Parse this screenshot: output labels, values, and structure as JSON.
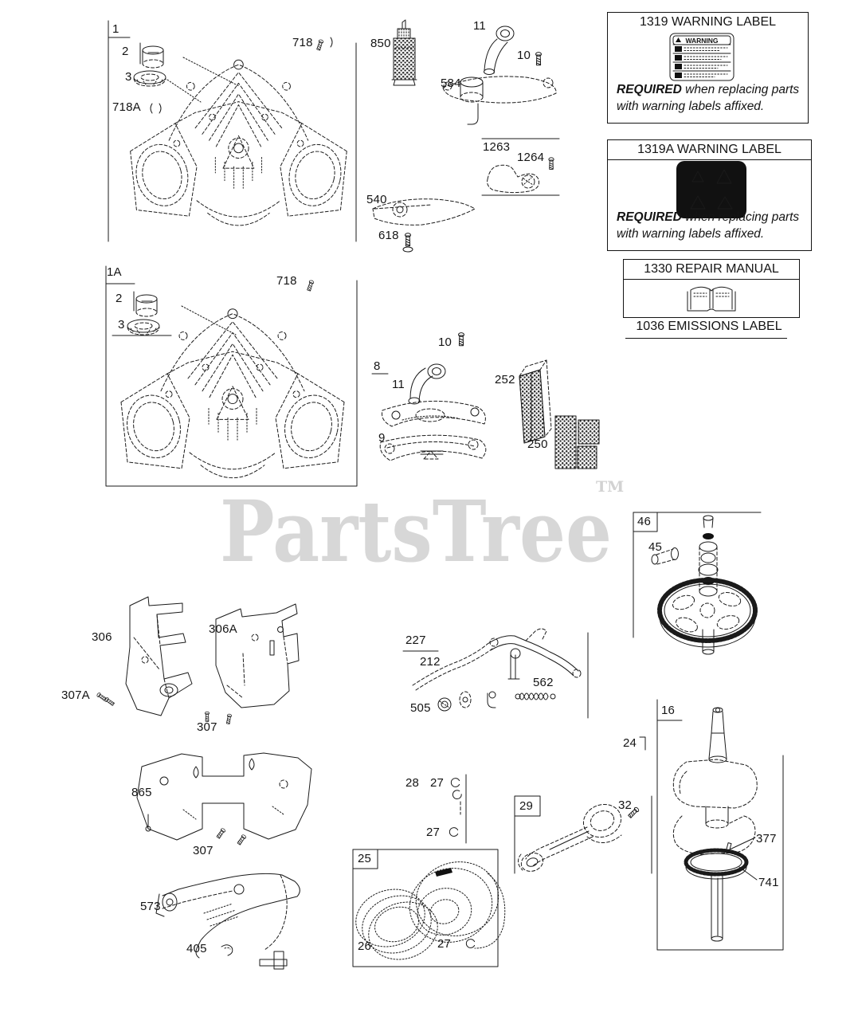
{
  "page": {
    "background": "#ffffff",
    "ink": "#1a1a1a",
    "watermark_color": "#d7d7d7"
  },
  "watermark": {
    "text": "PartsTree",
    "tm": "TM"
  },
  "info_boxes": {
    "w1319": {
      "title": "1319 WARNING LABEL",
      "label_header": "WARNING",
      "required": "REQUIRED",
      "rest1": " when replacing parts",
      "rest2": "with warning labels affixed."
    },
    "w1319a": {
      "title": "1319A WARNING LABEL",
      "required": "REQUIRED",
      "rest1": " when replacing parts",
      "rest2": "with warning labels affixed."
    },
    "repair": {
      "title": "1330 REPAIR MANUAL"
    },
    "emissions": {
      "title": "1036 EMISSIONS LABEL"
    }
  },
  "callouts": [
    {
      "id": "group-1",
      "text": "1"
    },
    {
      "id": "part-2-a",
      "text": "2"
    },
    {
      "id": "part-3-a",
      "text": "3"
    },
    {
      "id": "part-718-a",
      "text": "718"
    },
    {
      "id": "part-718A",
      "text": "718A"
    },
    {
      "id": "part-850",
      "text": "850"
    },
    {
      "id": "part-11-a",
      "text": "11"
    },
    {
      "id": "part-10-a",
      "text": "10"
    },
    {
      "id": "part-584",
      "text": "584"
    },
    {
      "id": "part-1263",
      "text": "1263"
    },
    {
      "id": "part-1264",
      "text": "1264"
    },
    {
      "id": "part-540",
      "text": "540"
    },
    {
      "id": "part-618",
      "text": "618"
    },
    {
      "id": "group-1A",
      "text": "1A"
    },
    {
      "id": "part-2-b",
      "text": "2"
    },
    {
      "id": "part-3-b",
      "text": "3"
    },
    {
      "id": "part-718-b",
      "text": "718"
    },
    {
      "id": "part-10-b",
      "text": "10"
    },
    {
      "id": "group-8",
      "text": "8"
    },
    {
      "id": "part-11-b",
      "text": "11"
    },
    {
      "id": "part-9",
      "text": "9"
    },
    {
      "id": "part-252",
      "text": "252"
    },
    {
      "id": "part-250",
      "text": "250"
    },
    {
      "id": "group-46",
      "text": "46"
    },
    {
      "id": "part-45",
      "text": "45"
    },
    {
      "id": "part-306",
      "text": "306"
    },
    {
      "id": "part-306A",
      "text": "306A"
    },
    {
      "id": "part-307A",
      "text": "307A"
    },
    {
      "id": "part-307-a",
      "text": "307"
    },
    {
      "id": "group-227",
      "text": "227"
    },
    {
      "id": "part-212",
      "text": "212"
    },
    {
      "id": "part-562",
      "text": "562"
    },
    {
      "id": "part-505",
      "text": "505"
    },
    {
      "id": "part-865",
      "text": "865"
    },
    {
      "id": "part-307-b",
      "text": "307"
    },
    {
      "id": "group-16",
      "text": "16"
    },
    {
      "id": "part-24",
      "text": "24"
    },
    {
      "id": "group-29",
      "text": "29"
    },
    {
      "id": "part-32",
      "text": "32"
    },
    {
      "id": "part-28",
      "text": "28"
    },
    {
      "id": "part-27-a",
      "text": "27"
    },
    {
      "id": "part-27-b",
      "text": "27"
    },
    {
      "id": "group-25",
      "text": "25"
    },
    {
      "id": "part-26",
      "text": "26"
    },
    {
      "id": "part-27-c",
      "text": "27"
    },
    {
      "id": "part-573",
      "text": "573"
    },
    {
      "id": "part-405",
      "text": "405"
    },
    {
      "id": "part-377",
      "text": "377"
    },
    {
      "id": "part-741",
      "text": "741"
    }
  ]
}
